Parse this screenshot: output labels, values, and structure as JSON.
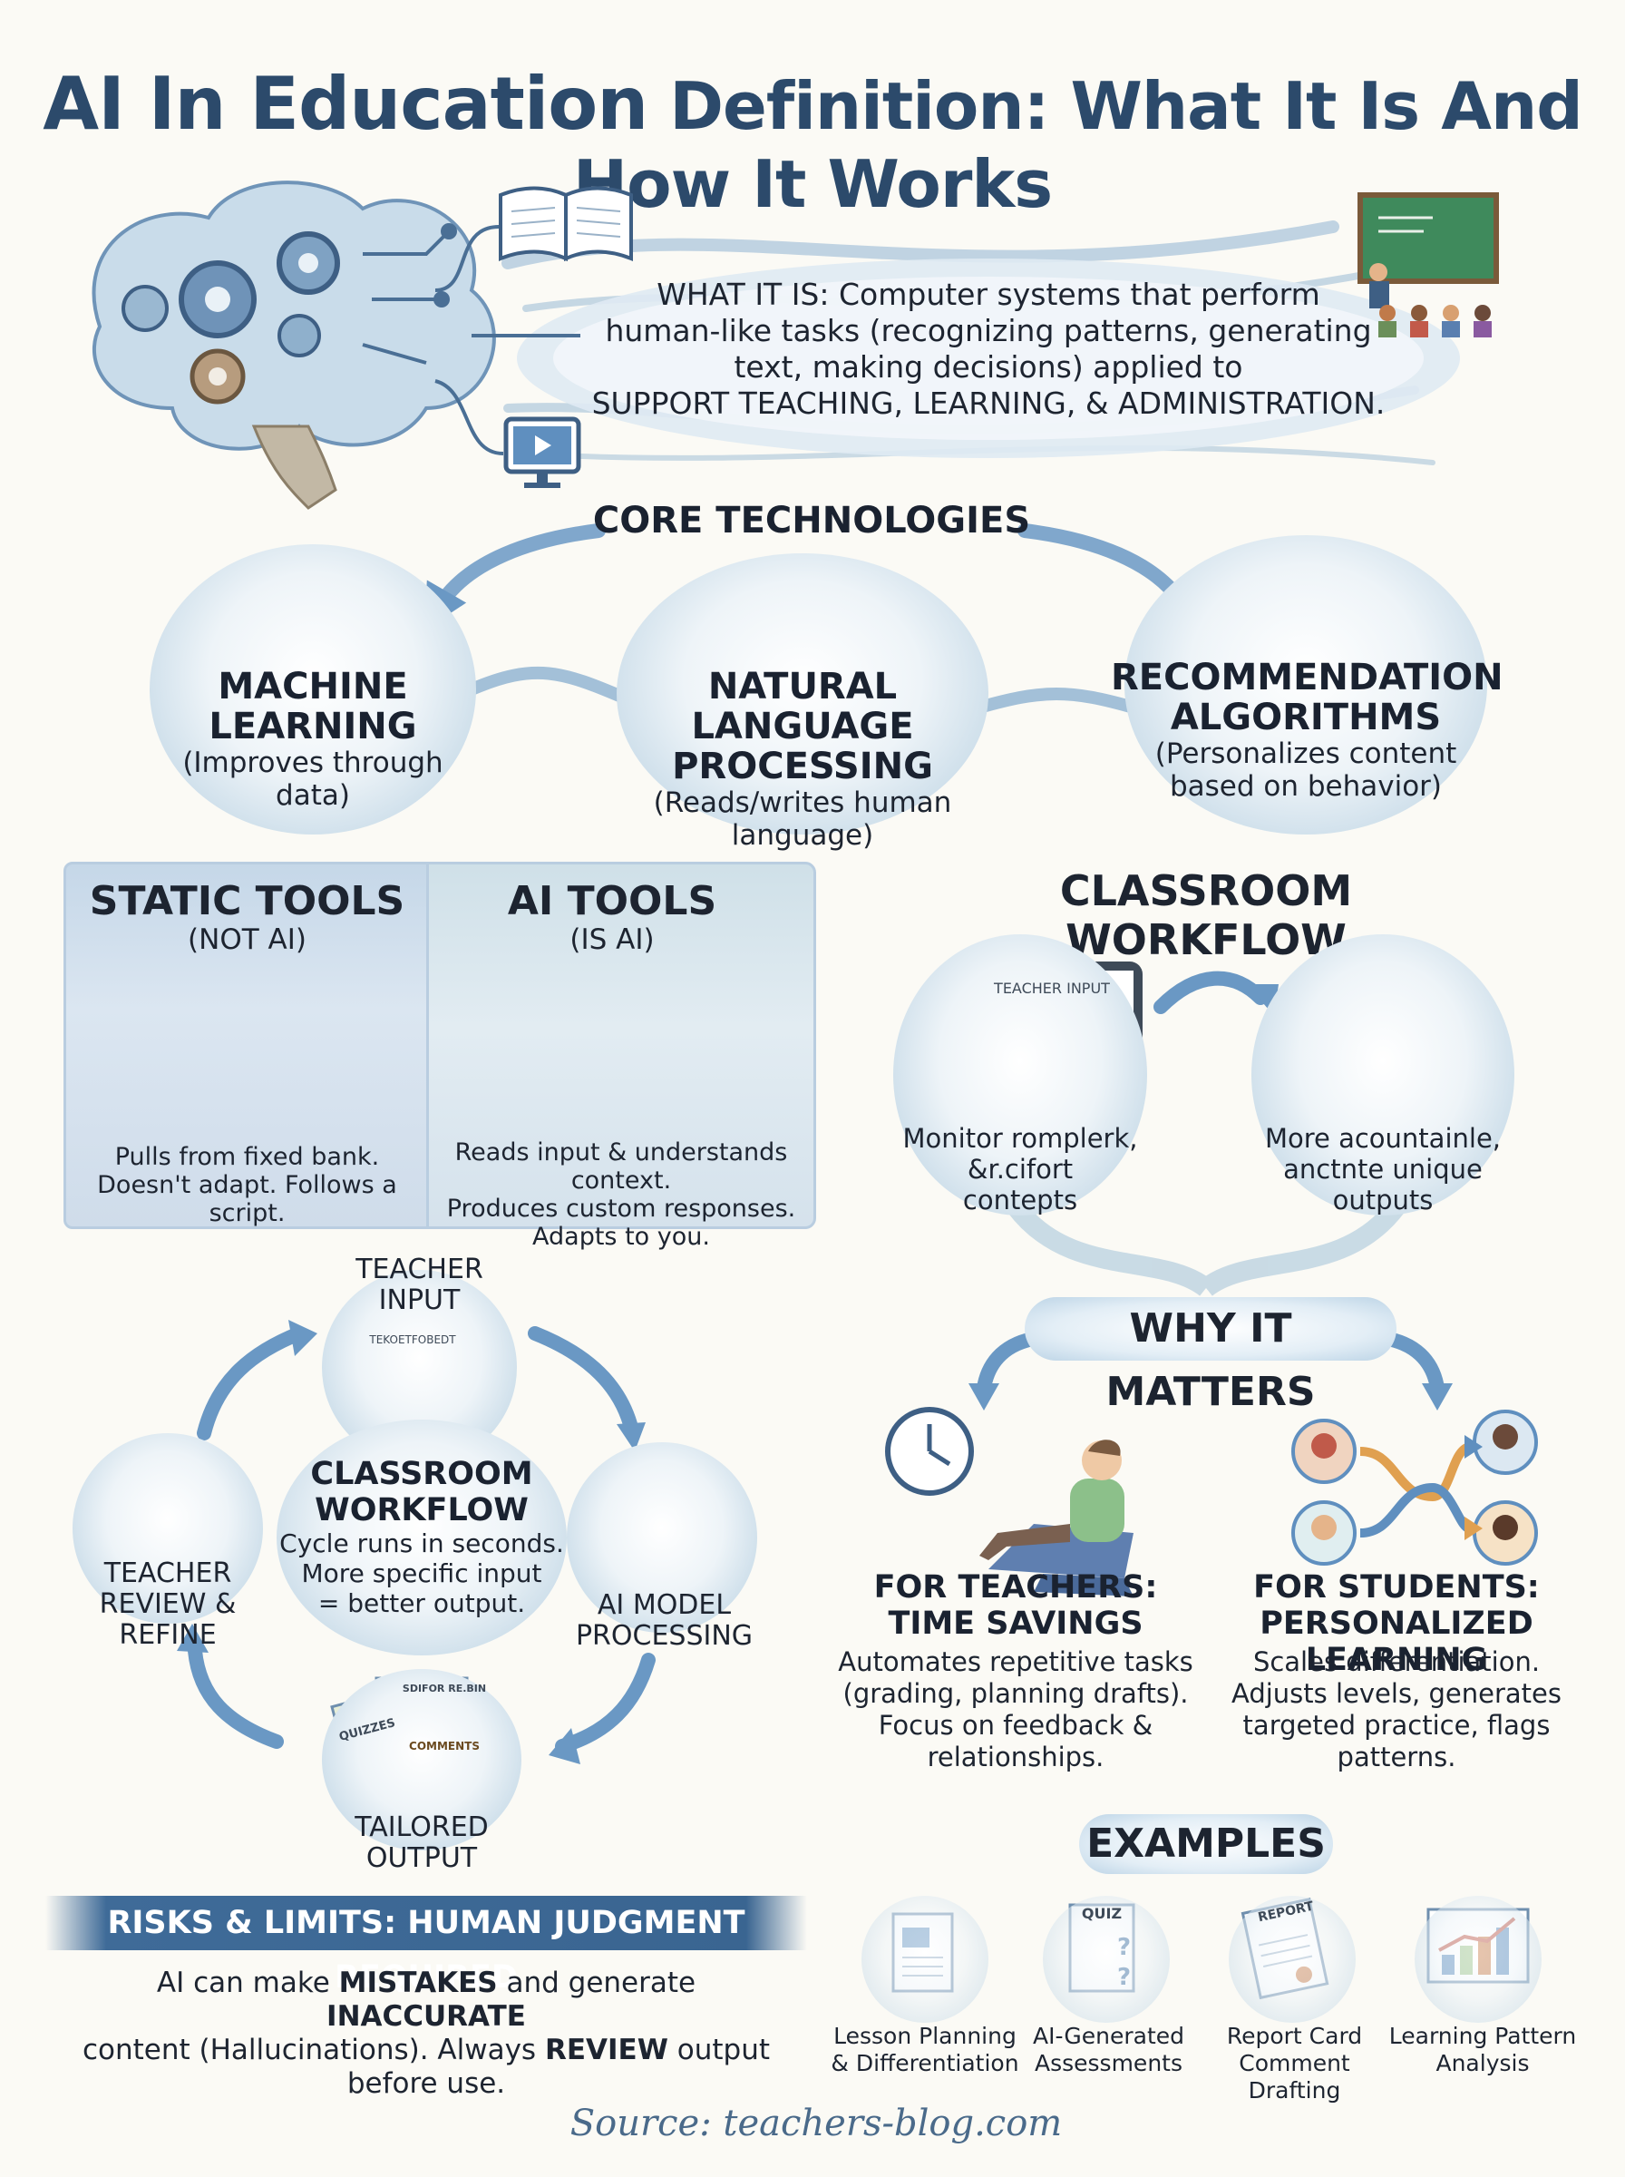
{
  "title": {
    "part1": "AI In Education",
    "part2": "Definition: What It Is And How It Works"
  },
  "what_it_is": {
    "line1": "WHAT IT IS: Computer systems that perform",
    "line2": "human-like tasks (recognizing patterns, generating",
    "line3": "text, making decisions) applied to",
    "line4": "SUPPORT TEACHING, LEARNING, & ADMINISTRATION."
  },
  "core_technologies": {
    "heading": "CORE TECHNOLOGIES",
    "items": [
      {
        "title1": "MACHINE",
        "title2": "LEARNING",
        "desc1": "(Improves through",
        "desc2": "data)"
      },
      {
        "title1": "NATURAL LANGUAGE",
        "title2": "PROCESSING",
        "desc1": "(Reads/writes human",
        "desc2": "language)"
      },
      {
        "title1": "RECOMMENDATION",
        "title2": "ALGORITHMS",
        "desc1": "(Personalizes content",
        "desc2": "based on behavior)"
      }
    ]
  },
  "static_tools": {
    "title": "STATIC TOOLS",
    "subtitle": "(NOT AI)",
    "desc1": "Pulls from fixed bank.",
    "desc2": "Doesn't adapt. Follows a script."
  },
  "ai_tools": {
    "title": "AI TOOLS",
    "subtitle": "(IS AI)",
    "desc1": "Reads input & understands context.",
    "desc2": "Produces custom responses.",
    "desc3": "Adapts to you."
  },
  "classroom_workflow_right": {
    "heading": "CLASSROOM WORKFLOW",
    "tablet_label": "TEACHER INPUT",
    "left1": "Monitor romplerk,",
    "left2": "&r.cifort",
    "left3": "contepts",
    "right1": "More acountainle,",
    "right2": "anctnte unique",
    "right3": "outputs"
  },
  "cycle": {
    "teacher_input1": "TEACHER",
    "teacher_input2": "INPUT",
    "tablet_label": "TEKOETFOBEDT",
    "center_title1": "CLASSROOM",
    "center_title2": "WORKFLOW",
    "center_desc1": "Cycle runs in seconds.",
    "center_desc2": "More specific input",
    "center_desc3": "= better output.",
    "ai_model1": "AI MODEL",
    "ai_model2": "PROCESSING",
    "review1": "TEACHER",
    "review2": "REVIEW &",
    "review3": "REFINE",
    "output1": "TAILORED",
    "output2": "OUTPUT",
    "doc_quizzes": "QUIZZES",
    "doc_comments": "COMMENTS",
    "doc_top": "SDIFOR RE.BIN"
  },
  "why_it_matters": {
    "heading": "WHY IT MATTERS",
    "teachers_title1": "FOR TEACHERS:",
    "teachers_title2": "TIME SAVINGS",
    "teachers_desc1": "Automates repetitive tasks",
    "teachers_desc2": "(grading, planning drafts).",
    "teachers_desc3": "Focus on feedback &",
    "teachers_desc4": "relationships.",
    "students_title1": "FOR STUDENTS:",
    "students_title2": "PERSONALIZED LEARNING",
    "students_desc1": "Scales differentiation.",
    "students_desc2": "Adjusts levels, generates",
    "students_desc3": "targeted practice, flags patterns."
  },
  "risks": {
    "banner": "RISKS & LIMITS: HUMAN JUDGMENT REQUIRED",
    "p1": "AI can make ",
    "mistakes": "MISTAKES",
    "p2": " and generate ",
    "inaccurate": "INACCURATE",
    "line2": "content (Hallucinations). Always ",
    "review": "REVIEW",
    "p3": " output",
    "line3": "before use."
  },
  "examples": {
    "heading": "EXAMPLES",
    "items": [
      {
        "label1": "Lesson Planning",
        "label2": "& Differentiation"
      },
      {
        "label1": "AI-Generated",
        "label2": "Assessments",
        "icon_text": "QUIZ"
      },
      {
        "label1": "Report Card",
        "label2": "Comment Drafting",
        "icon_text": "REPORT"
      },
      {
        "label1": "Learning Pattern",
        "label2": "Analysis"
      }
    ]
  },
  "source": "Source: teachers-blog.com",
  "colors": {
    "title": "#2c4a6b",
    "arrow": "#5f8fbf",
    "banner": "#3f6b98",
    "accent_orange": "#e0a050"
  }
}
